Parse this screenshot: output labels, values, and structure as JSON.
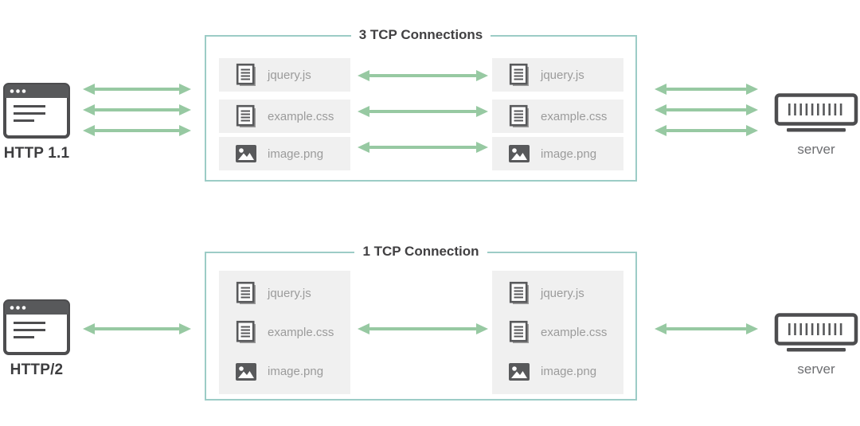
{
  "sections": [
    {
      "client": {
        "label": "HTTP 1.1"
      },
      "box": {
        "title": "3 TCP Connections"
      },
      "files": [
        {
          "name": "jquery.js",
          "icon": "document"
        },
        {
          "name": "example.css",
          "icon": "document"
        },
        {
          "name": "image.png",
          "icon": "image"
        }
      ],
      "server": {
        "label": "server"
      },
      "connections": {
        "client_to_box": 3,
        "inside_box": 3,
        "box_to_server": 3
      }
    },
    {
      "client": {
        "label": "HTTP/2"
      },
      "box": {
        "title": "1 TCP Connection"
      },
      "files": [
        {
          "name": "jquery.js",
          "icon": "document"
        },
        {
          "name": "example.css",
          "icon": "document"
        },
        {
          "name": "image.png",
          "icon": "image"
        }
      ],
      "server": {
        "label": "server"
      },
      "connections": {
        "client_to_box": 1,
        "inside_box": 1,
        "box_to_server": 1
      }
    }
  ],
  "colors": {
    "arrow_green": "#97c9a2",
    "box_border_teal": "#9cccc6",
    "file_item_bg": "#f0f0f0",
    "file_text_gray": "#9b9b9b",
    "icon_dark_gray": "#4d4d4f",
    "title_text": "#414042",
    "client_label_text": "#3d3d3f",
    "server_label_text": "#6d6e71"
  }
}
